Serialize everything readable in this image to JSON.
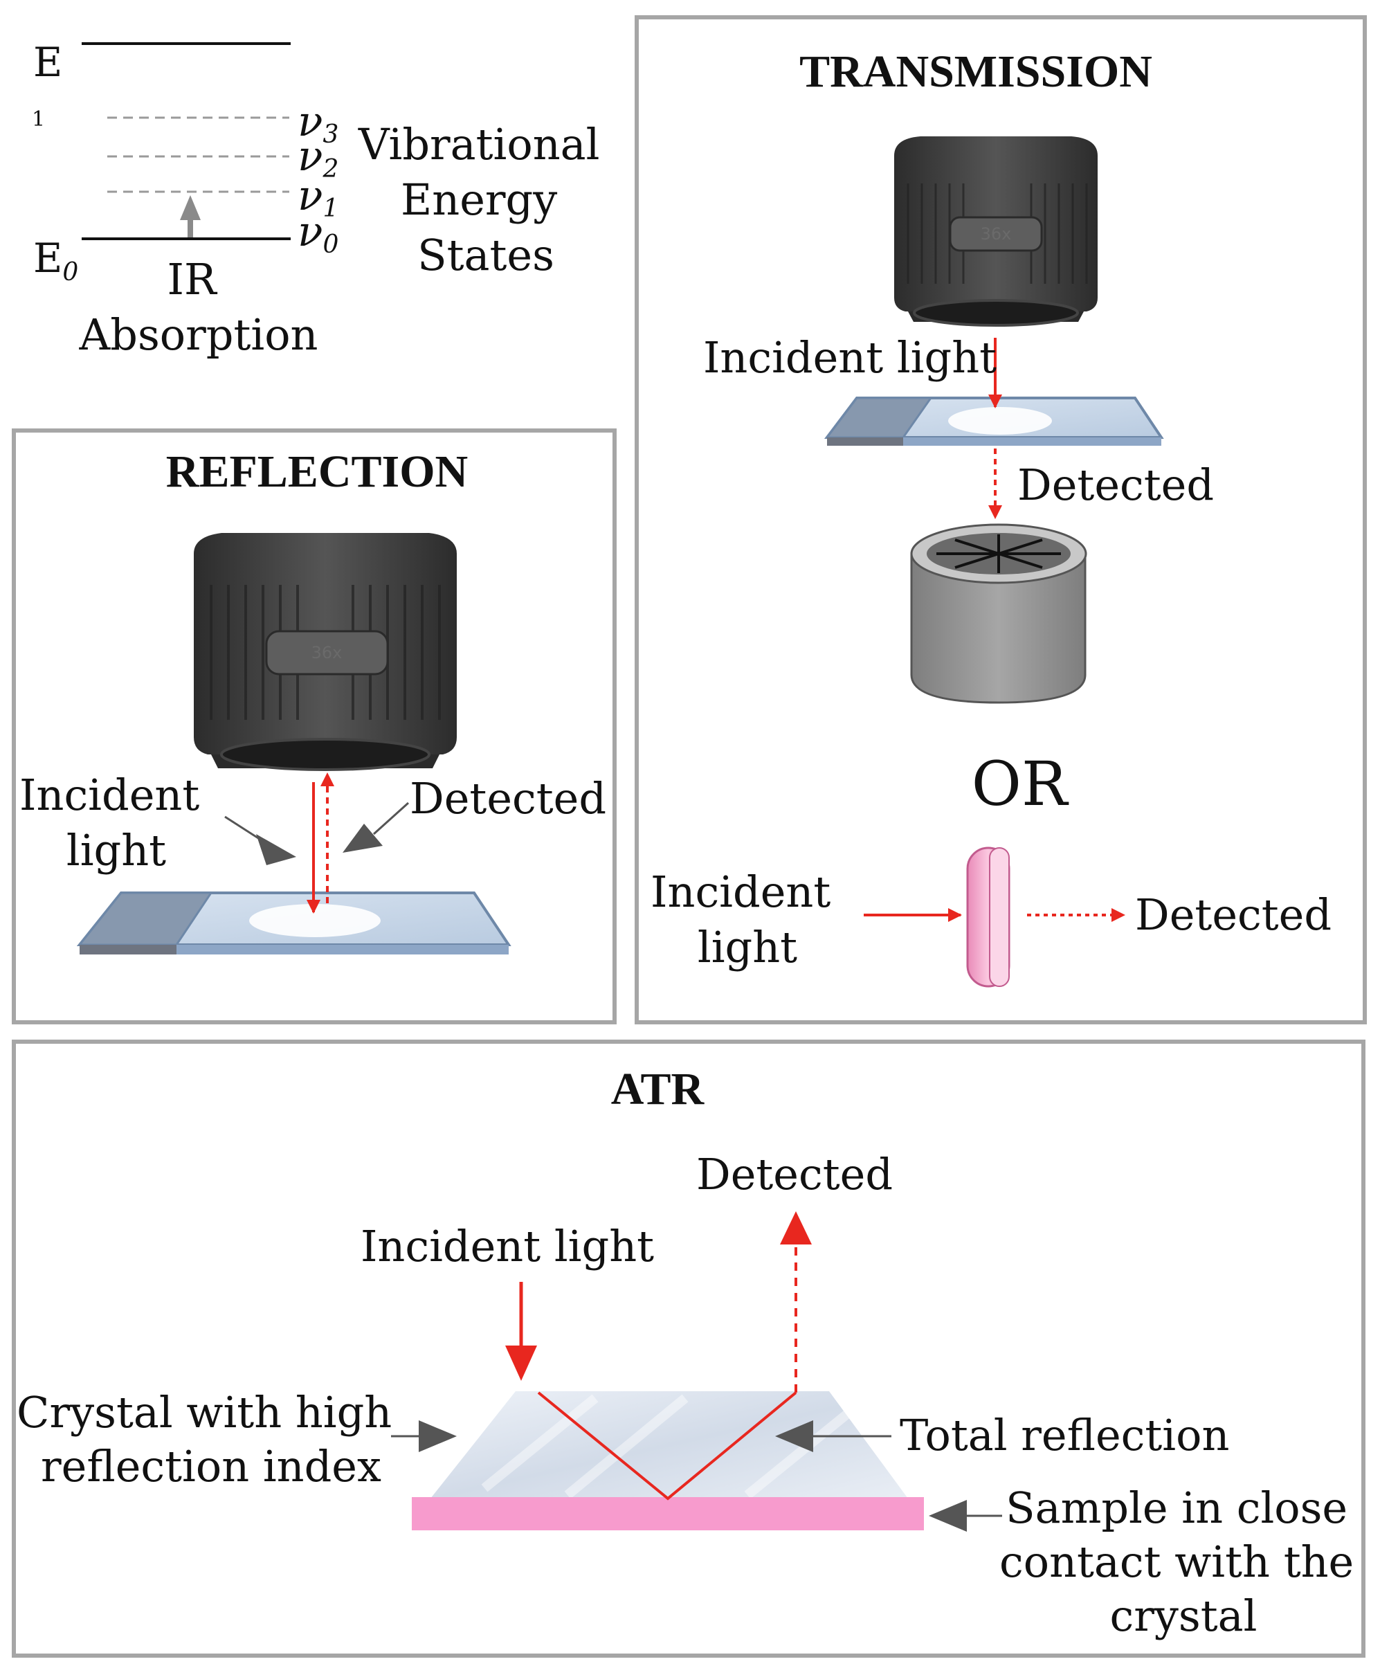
{
  "energy_diagram": {
    "e_label": "E",
    "e_superscript": "1",
    "e0_label": "E",
    "e0_sub": "0",
    "nu": "ν",
    "state_subs": [
      "3",
      "2",
      "1",
      "0"
    ],
    "title_lines": [
      "Vibrational",
      "Energy",
      "States"
    ],
    "absorption_lines": [
      "IR",
      "Absorption"
    ]
  },
  "reflection": {
    "title": "REFLECTION",
    "lens_label": "36x",
    "incident_lines": [
      "Incident",
      "light"
    ],
    "detected": "Detected"
  },
  "transmission": {
    "title": "TRANSMISSION",
    "lens_label": "36x",
    "incident": "Incident light",
    "detected": "Detected",
    "or_text": "OR",
    "alt_incident_lines": [
      "Incident",
      "light"
    ],
    "alt_detected": "Detected"
  },
  "atr": {
    "title": "ATR",
    "detected": "Detected",
    "incident": "Incident light",
    "crystal_lines": [
      "Crystal with high",
      "reflection index"
    ],
    "total_reflection": "Total reflection",
    "sample_lines": [
      "Sample in close",
      "contact with the",
      "crystal"
    ]
  },
  "colors": {
    "frame": "#a6a6a6",
    "beam": "#e8271f",
    "objective": "#3a3a3a",
    "detector": "#8f8f8f",
    "slide": "#c9d6e6",
    "filter": "#f3a5c8",
    "sample_strip": "#f79bcd",
    "pointer": "#555555"
  }
}
